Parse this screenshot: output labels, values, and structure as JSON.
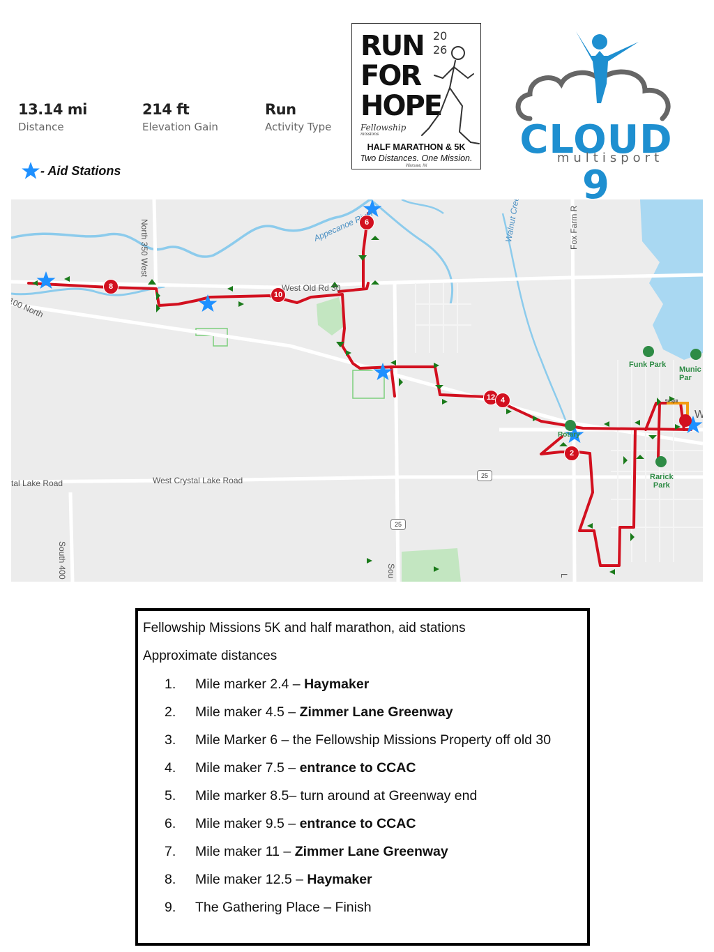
{
  "stats": [
    {
      "value": "13.14 mi",
      "label": "Distance"
    },
    {
      "value": "214 ft",
      "label": "Elevation Gain"
    },
    {
      "value": "Run",
      "label": "Activity Type"
    }
  ],
  "legend": {
    "label": "- Aid Stations",
    "star_color": "#1e90ff"
  },
  "logo_run": {
    "line1": "RUN",
    "line2": "FOR",
    "line3": "HOPE",
    "year_top": "20",
    "year_bottom": "26",
    "org": "Fellowship",
    "org_sub": "missions",
    "event": "HALF MARATHON & 5K",
    "tagline": "Two Distances. One Mission.",
    "location": "Warsaw, IN"
  },
  "logo_cloud": {
    "name": "CLOUD 9",
    "sub": "multisport",
    "brand_color": "#1e8fd0"
  },
  "map": {
    "labels": {
      "north_350_west": "North 350 West",
      "west_old_rd": "West Old Rd 30",
      "appecanoe": "Appecanoe River",
      "walnut_creek": "Walnut Cree",
      "fox_farm": "Fox Farm R",
      "north_100": "100 North",
      "crystal_lake_left": "tal Lake Road",
      "west_crystal_lake": "West Crystal Lake Road",
      "south_400": "South 400",
      "south_road": "Sou",
      "road_l": "L",
      "funk_park": "Funk Park",
      "municipal_park": "Munic\nPar",
      "rotary": "Rotary",
      "rarick_park": "Rarick\nPark",
      "split": "5k split",
      "w": "W"
    },
    "highways": [
      "25",
      "25"
    ],
    "mile_markers": [
      "8",
      "10",
      "6",
      "12",
      "4",
      "2"
    ],
    "route_color": "#d2101f",
    "arrow_color": "#1a7a1a"
  },
  "aid_info": {
    "title": "Fellowship Missions 5K and half marathon, aid stations",
    "subtitle": "Approximate distances",
    "stations": [
      {
        "num": "1.",
        "text": "Mile marker 2.4 – ",
        "bold": "Haymaker"
      },
      {
        "num": "2.",
        "text": "Mile maker 4.5 – ",
        "bold": "Zimmer Lane Greenway"
      },
      {
        "num": "3.",
        "text": "Mile Marker 6 – the Fellowship Missions Property off old 30",
        "bold": ""
      },
      {
        "num": "4.",
        "text": "Mile maker 7.5 – ",
        "bold": "entrance to CCAC"
      },
      {
        "num": "5.",
        "text": "Mile marker 8.5– turn around at Greenway end",
        "bold": ""
      },
      {
        "num": "6.",
        "text": "Mile maker 9.5 – ",
        "bold": "entrance to CCAC"
      },
      {
        "num": "7.",
        "text": "Mile maker 11 – ",
        "bold": "Zimmer Lane Greenway"
      },
      {
        "num": "8.",
        "text": "Mile maker 12.5 – ",
        "bold": "Haymaker"
      },
      {
        "num": "9.",
        "text": "The Gathering Place – Finish",
        "bold": ""
      }
    ]
  }
}
